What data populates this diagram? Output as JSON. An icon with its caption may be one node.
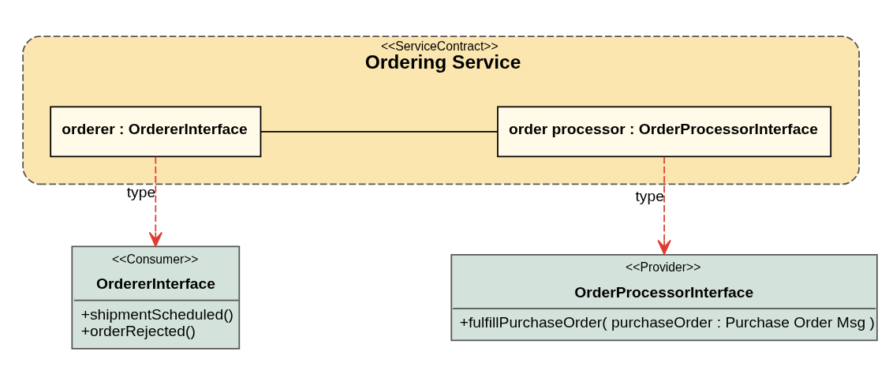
{
  "diagram": {
    "nodes": [
      {
        "text": [
          "<<ServiceContract>>",
          "Ordering Service"
        ]
      },
      {
        "text": [
          "orderer : OrdererInterface"
        ],
        "in": 0
      },
      {
        "text": [
          "order processor : OrderProcessorInterface"
        ],
        "in": 0
      },
      {
        "text": [
          "<<Consumer>>",
          "OrdererInterface",
          "+shipmentScheduled()",
          "+orderRejected()"
        ]
      },
      {
        "text": [
          "<<Provider>>",
          "OrderProcessorInterface",
          "+fulfillPurchaseOrder( purchaseOrder : Purchase Order Msg )"
        ]
      }
    ],
    "edges": [
      {
        "from": 1,
        "to": 2,
        "arrow": "none",
        "color": "#000000"
      },
      {
        "from": 1,
        "to": 3,
        "arrow": "to",
        "label": "type",
        "style": "dashed",
        "color": "#e03c31"
      },
      {
        "from": 2,
        "to": 4,
        "arrow": "to",
        "label": "type",
        "style": "dashed",
        "color": "#e03c31"
      }
    ]
  }
}
